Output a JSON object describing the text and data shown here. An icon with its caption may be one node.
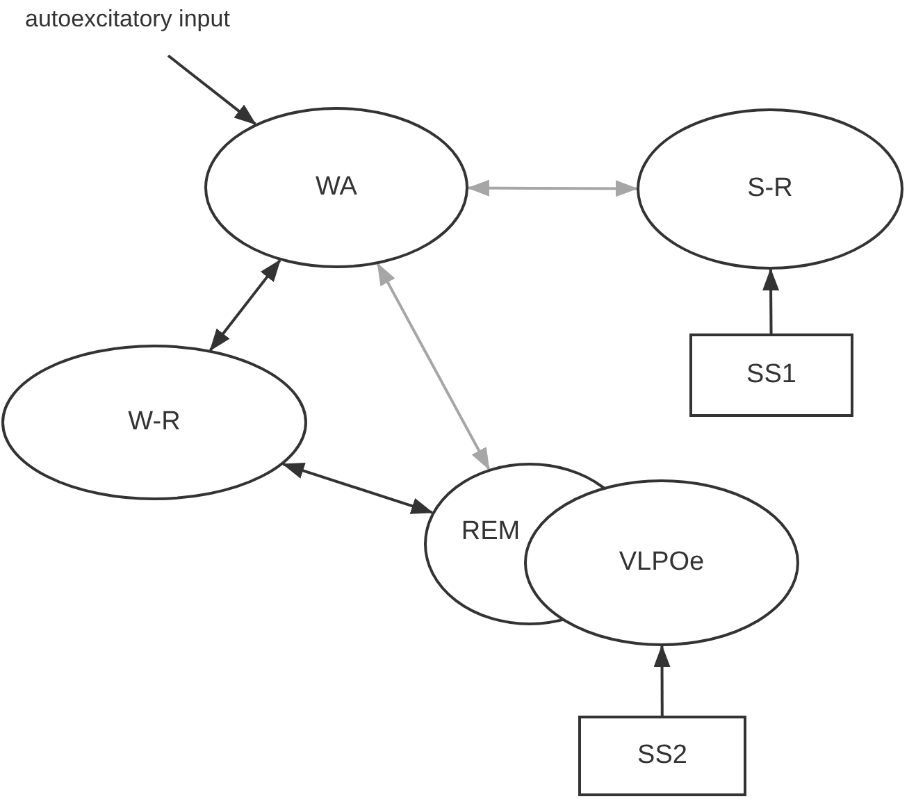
{
  "diagram": {
    "nodes": [
      {
        "text": [
          "autoexcitatory input"
        ]
      },
      {
        "text": [
          "WA"
        ]
      },
      {
        "text": [
          "S-R"
        ]
      },
      {
        "text": [
          "SS1"
        ]
      },
      {
        "text": [
          "W-R"
        ]
      },
      {
        "text": [
          "REM"
        ]
      },
      {
        "text": [
          "VLPOe"
        ]
      },
      {
        "text": [
          "SS2"
        ]
      }
    ],
    "edges": [
      {
        "from": 0,
        "to": 1,
        "arrow": "to"
      },
      {
        "from": 1,
        "to": 2,
        "arrow": "both",
        "color": "#a6a6a6"
      },
      {
        "from": 1,
        "to": 4,
        "arrow": "both"
      },
      {
        "from": 1,
        "to": 5,
        "arrow": "both",
        "color": "#a6a6a6"
      },
      {
        "from": 4,
        "to": 5,
        "arrow": "both"
      },
      {
        "from": 3,
        "to": 2,
        "arrow": "to"
      },
      {
        "from": 7,
        "to": 6,
        "arrow": "to"
      }
    ]
  }
}
